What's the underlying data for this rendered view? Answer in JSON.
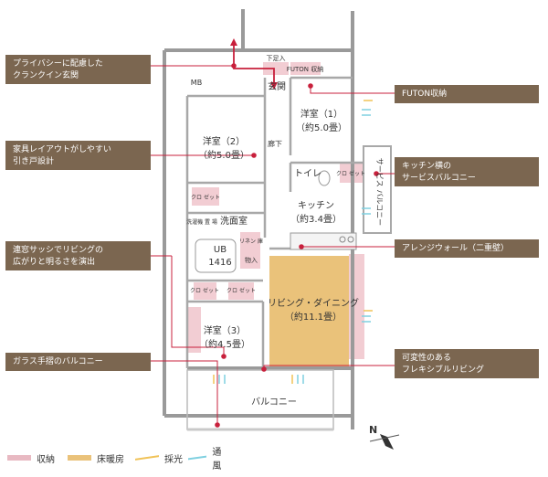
{
  "callouts_left": [
    {
      "lines": [
        "プライバシーに配慮した",
        "クランクイン玄関"
      ]
    },
    {
      "lines": [
        "家具レイアウトがしやすい",
        "引き戸設計"
      ]
    },
    {
      "lines": [
        "連窓サッシでリビングの",
        "広がりと明るさを演出"
      ]
    },
    {
      "lines": [
        "ガラス手摺のバルコニー"
      ]
    }
  ],
  "callouts_right": [
    {
      "lines": [
        "FUTON収納"
      ]
    },
    {
      "lines": [
        "キッチン横の",
        "サービスバルコニー"
      ]
    },
    {
      "lines": [
        "アレンジウォール（二重壁）"
      ]
    },
    {
      "lines": [
        "可変性のある",
        "フレキシブルリビング"
      ]
    }
  ],
  "rooms": {
    "shoes": "下足入",
    "futon": "FUTON 収納",
    "mb": "MB",
    "entrance": "玄関",
    "western1_name": "洋室（1）",
    "western1_size": "（約5.0畳）",
    "western2_name": "洋室（2）",
    "western2_size": "（約5.0畳）",
    "hallway": "廊下",
    "toilet": "トイレ",
    "closet": "クロ ゼット",
    "kitchen_name": "キッチン",
    "kitchen_size": "（約3.4畳）",
    "washer_place": "洗濯機 置 場",
    "washroom": "洗面室",
    "ub_label": "UB",
    "ub_size": "1416",
    "linen": "リネン 庫",
    "storage": "物入",
    "living_name": "リビング・ダイニング",
    "living_size": "（約11.1畳）",
    "western3_name": "洋室（3）",
    "western3_size": "（約4.5畳）",
    "service_balcony": "サービス バルコニー",
    "balcony": "バルコニー"
  },
  "compass": {
    "label": "N"
  },
  "legend": [
    {
      "label": "収納",
      "color": "#e8b9c2"
    },
    {
      "label": "床暖房",
      "color": "#eac27a"
    },
    {
      "label": "採光",
      "color": "#f0c257"
    },
    {
      "label": "通風",
      "color": "#7fd0e0"
    }
  ],
  "accent_color": "#c8203c"
}
